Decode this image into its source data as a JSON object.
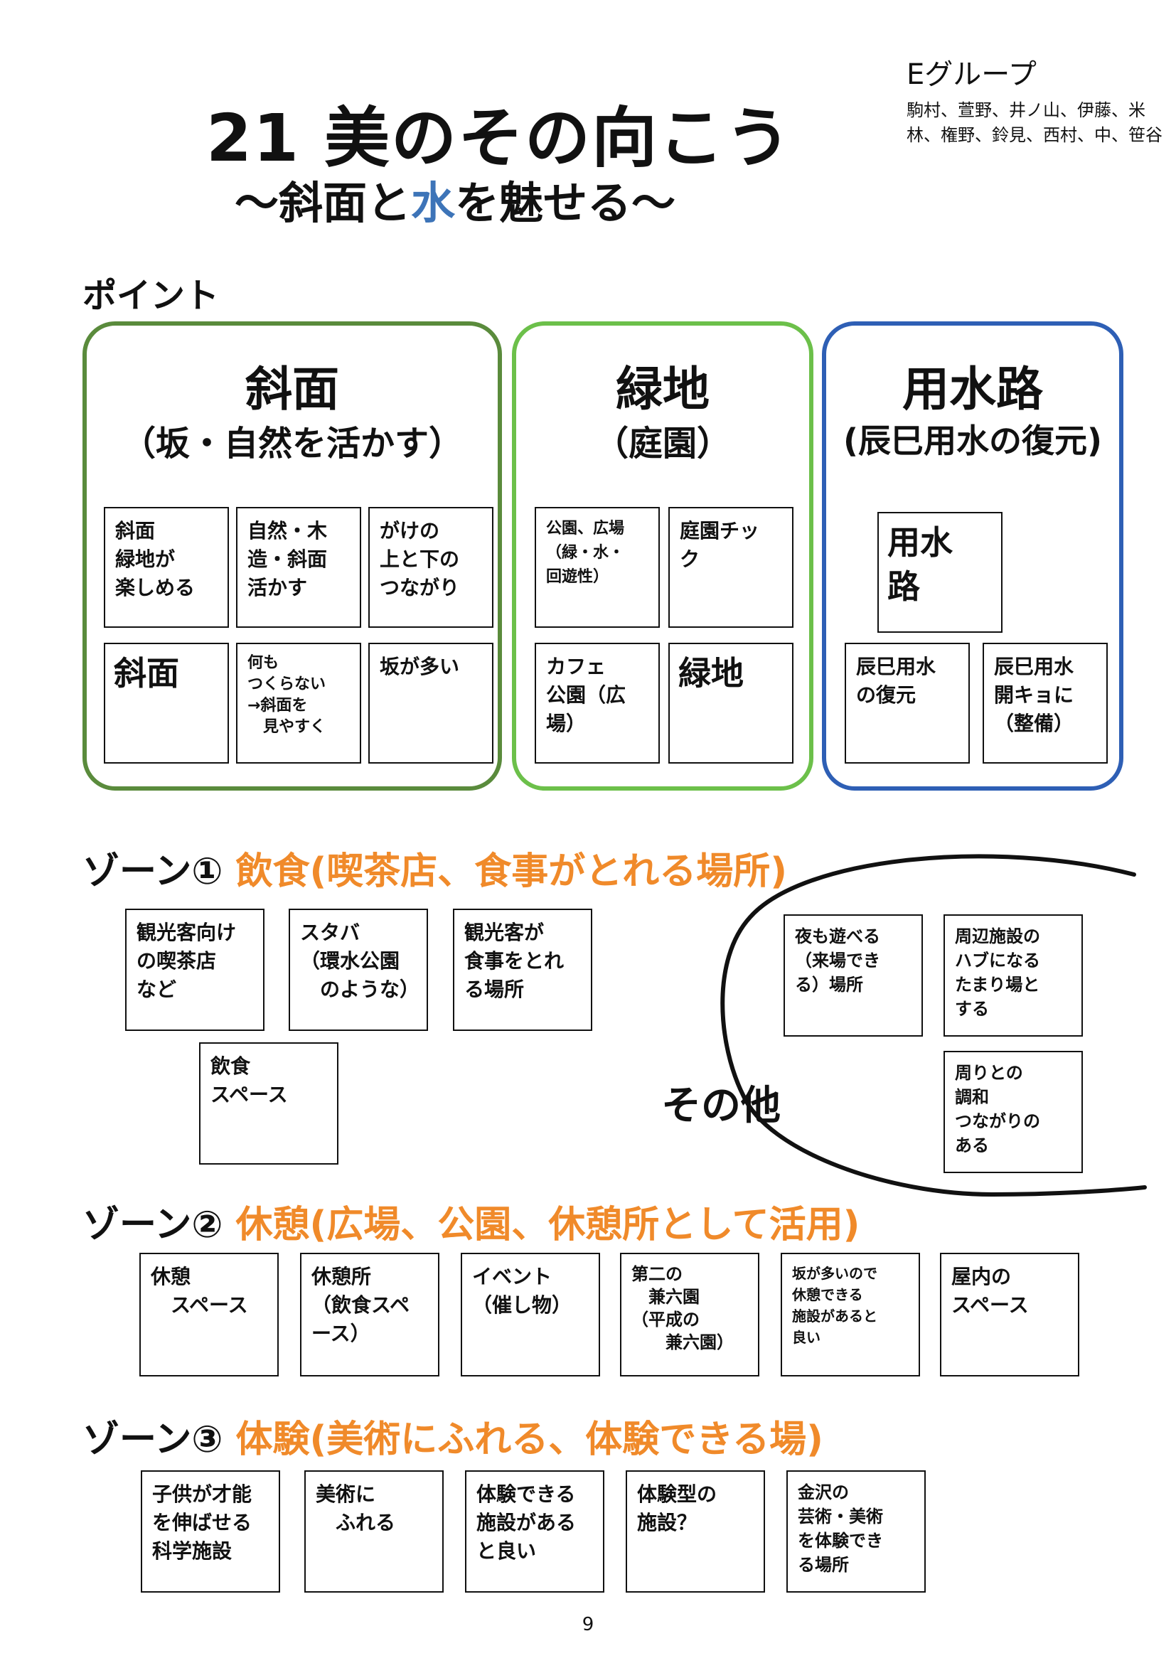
{
  "title": "21 美のその向こう",
  "subtitle_before": "〜斜面と",
  "subtitle_highlight": "水",
  "subtitle_after": "を魅せる〜",
  "group_label": "Eグループ",
  "members": "駒村、萱野、井ノ山、伊藤、米林、権野、鈴見、西村、中、笹谷",
  "point_heading": "ポイント",
  "colors": {
    "slope_border": "#5a8b3c",
    "green_border": "#6cc04a",
    "water_border": "#2e5fb5",
    "accent_orange": "#f08a2a",
    "water_text": "#3d74b8",
    "underline": "#e02020"
  },
  "categories": [
    {
      "title": "斜面",
      "subtitle": "（坂・自然を活かす）",
      "notes": [
        "斜面\n緑地が\n楽しめる",
        "自然・木\n造・斜面\n活かす",
        "がけの\n上と下の\nつながり",
        "斜面",
        "何も\nつくらない\n→斜面を\n　見やすく",
        "坂が多い"
      ]
    },
    {
      "title": "緑地",
      "subtitle": "（庭園）",
      "notes": [
        "公園、広場\n（緑・水・\n回遊性）",
        "庭園チッ\nク",
        "カフェ\n公園（広\n場）",
        "緑地"
      ]
    },
    {
      "title": "用水路",
      "subtitle": "(辰巳用水の復元)",
      "notes": [
        "用水\n路",
        "辰巳用水\nの復元",
        "辰巳用水\n開キョに\n（整備）"
      ]
    }
  ],
  "zones": [
    {
      "label": "ゾーン①",
      "description": "飲食(喫茶店、食事がとれる場所)",
      "notes": [
        "観光客向け\nの喫茶店\nなど",
        "スタバ\n（環水公園\n　のような）",
        "観光客が\n食事をとれ\nる場所",
        "飲食\nスペース"
      ]
    },
    {
      "label": "ゾーン②",
      "description": "休憩(広場、公園、休憩所として活用)",
      "notes": [
        "休憩\n　スペース",
        "休憩所\n（飲食スペ\nース）",
        "イベント\n（催し物）",
        "第二の\n　兼六園\n（平成の\n　　兼六園）",
        "坂が多いので\n休憩できる\n施設があると\n良い",
        "屋内の\nスペース"
      ]
    },
    {
      "label": "ゾーン③",
      "description": "体験(美術にふれる、体験できる場)",
      "notes": [
        "子供が才能\nを伸ばせる\n科学施設",
        "美術に\n　ふれる",
        "体験できる\n施設がある\nと良い",
        "体験型の\n施設？",
        "金沢の\n芸術・美術\nを体験でき\nる場所"
      ]
    }
  ],
  "other": {
    "label": "その他",
    "notes": [
      "夜も遊べる\n（来場でき\nる）場所",
      "周辺施設の\nハブになる\nたまり場と\nする",
      "周りとの\n調和\nつながりの\nある"
    ]
  },
  "page_number": "9"
}
